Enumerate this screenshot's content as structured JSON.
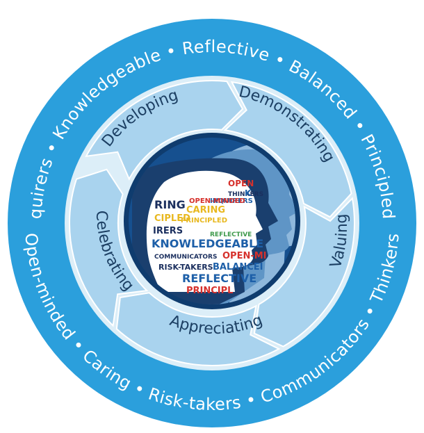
{
  "colors": {
    "outer_ring": "#2b9fdc",
    "outer_ring_edge": "#1f8fd0",
    "inner_disc": "#dceef8",
    "segment": "#a9d3ee",
    "segment_text": "#1c3f63",
    "center_bg": "#16508f",
    "center_ring": "#0f3c6e",
    "silhouette_back": "#8fb8dc",
    "silhouette_mid": "#5f95c6",
    "silhouette_front": "#1a3f6e",
    "face": "#ffffff",
    "word_red": "#d6312c",
    "word_yellow": "#e8b81f",
    "word_blue": "#1d5fa8",
    "word_navy": "#1b2f5e",
    "word_green": "#3f9a4c"
  },
  "outer_ring": {
    "attributes_top": "Inquirers • Knowledgeable • Reflective • Balanced • Principled •",
    "attributes_bottom": "• Open-minded • Caring • Risk-takers • Communicators • Thinkers •"
  },
  "cycle_stages": [
    {
      "label": "Developing"
    },
    {
      "label": "Demonstrating"
    },
    {
      "label": "Valuing"
    },
    {
      "label": "Appreciating"
    },
    {
      "label": "Celebrating"
    }
  ],
  "center_image": {
    "icon": "profile-silhouettes-word-cloud",
    "words": [
      {
        "text": "OPEN",
        "color": "word_red"
      },
      {
        "text": "THINKERS",
        "color": "word_navy"
      },
      {
        "text": "K",
        "color": "word_blue"
      },
      {
        "text": "INQUIRERS",
        "color": "word_blue"
      },
      {
        "text": "OPEN-MINDED",
        "color": "word_red"
      },
      {
        "text": "RING",
        "color": "word_navy"
      },
      {
        "text": "CARING",
        "color": "word_yellow"
      },
      {
        "text": "CIPLED",
        "color": "word_yellow"
      },
      {
        "text": "PRINCIPLED",
        "color": "word_yellow"
      },
      {
        "text": "IRERS",
        "color": "word_navy"
      },
      {
        "text": "REFLECTIVE",
        "color": "word_green"
      },
      {
        "text": "KNOWLEDGEABLE",
        "color": "word_blue"
      },
      {
        "text": "COMMUNICATORS",
        "color": "word_navy"
      },
      {
        "text": "OPEN-MI",
        "color": "word_red"
      },
      {
        "text": "RISK-TAKERS",
        "color": "word_navy"
      },
      {
        "text": "BALANCEI",
        "color": "word_blue"
      },
      {
        "text": "REFLECTIVE",
        "color": "word_blue"
      },
      {
        "text": "PRINCIPL",
        "color": "word_red"
      }
    ]
  }
}
